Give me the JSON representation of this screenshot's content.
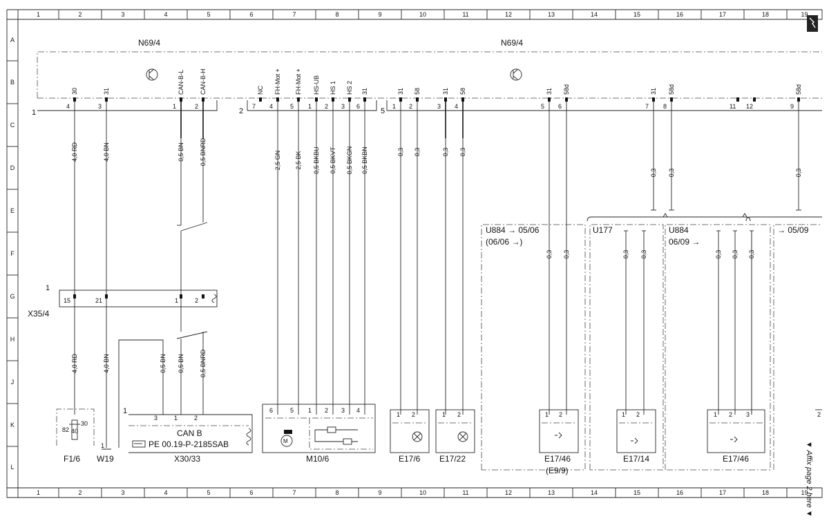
{
  "grid": {
    "cols": [
      "1",
      "2",
      "3",
      "4",
      "5",
      "6",
      "7",
      "8",
      "9",
      "10",
      "11",
      "12",
      "13",
      "14",
      "15",
      "16",
      "17",
      "18",
      "19"
    ],
    "rows": [
      "A",
      "B",
      "C",
      "D",
      "E",
      "F",
      "G",
      "H",
      "J",
      "K",
      "L"
    ]
  },
  "modules": {
    "n69_left": "N69/4",
    "n69_right": "N69/4",
    "conn1": "1",
    "conn2": "2",
    "conn5": "5"
  },
  "top_pins": [
    {
      "sig": "30",
      "num": "4"
    },
    {
      "sig": "31",
      "num": "3"
    },
    {
      "sig": "CAN-B-L",
      "num": "1"
    },
    {
      "sig": "CAN-B-H",
      "num": "2"
    },
    {
      "sig": "NC",
      "num": "7"
    },
    {
      "sig": "FH-Mot +",
      "num": "4"
    },
    {
      "sig": "FH-Mot +",
      "num": "5"
    },
    {
      "sig": "HS-UB",
      "num": "1"
    },
    {
      "sig": "HS 1",
      "num": "2"
    },
    {
      "sig": "HS 2",
      "num": "3"
    },
    {
      "sig": "31",
      "num": "6"
    },
    {
      "sig": "31",
      "num": "1"
    },
    {
      "sig": "58",
      "num": "2"
    },
    {
      "sig": "31",
      "num": "3"
    },
    {
      "sig": "58",
      "num": "4"
    },
    {
      "sig": "31",
      "num": "5"
    },
    {
      "sig": "58d",
      "num": "6"
    },
    {
      "sig": "31",
      "num": "7"
    },
    {
      "sig": "58d",
      "num": "8"
    },
    {
      "sig": "",
      "num": "11"
    },
    {
      "sig": "",
      "num": "12"
    },
    {
      "sig": "58d",
      "num": "9"
    }
  ],
  "wires_upper": [
    "4,0 RD",
    "4,0 BN",
    "0,5 BN",
    "0,5 BNRD",
    "2,5 GN",
    "2,5 BK",
    "0,5 BKBU",
    "0,5 BKVT",
    "0,5 BKGN",
    "0,5 BKBN",
    "0,3",
    "0,3",
    "0,3",
    "0,3",
    "0,3",
    "0,3",
    "0,3"
  ],
  "wires_lower": [
    "4,0 RD",
    "4,0 BN",
    "0,5 BN",
    "0,5 BN",
    "0,5 BNRD"
  ],
  "wires_variant": [
    "0,3",
    "0,3",
    "0,3",
    "0,3",
    "0,3",
    "0,3",
    "0,3"
  ],
  "variants": {
    "v1_line1": "U884 → 05/06",
    "v1_line2": "(06/06 →)",
    "v2": "U177",
    "v3_line1": "U884",
    "v3_line2": "06/09 →",
    "v4": "→ 05/09"
  },
  "x35": {
    "label": "X35/4",
    "conn": "1",
    "pins": [
      "15",
      "21",
      "1",
      "2"
    ]
  },
  "components": {
    "f16": "F1/6",
    "f16_pins": [
      "82",
      "30",
      "40"
    ],
    "w19": "W19",
    "w19_pin": "1",
    "x3033": "X30/33",
    "x3033_conn": "1",
    "x3033_pins": [
      "3",
      "1",
      "2"
    ],
    "can_b": "CAN B",
    "pe_ref": "PE 00.19-P-2185SAB",
    "m106": "M10/6",
    "m106_pins": [
      "6",
      "5",
      "1",
      "2",
      "3",
      "4"
    ],
    "e176": "E17/6",
    "e1722": "E17/22",
    "e1746a": "E17/46",
    "e99": "(E9/9)",
    "e1714": "E17/14",
    "e1746b": "E17/46",
    "lamp_pins": [
      "1",
      "2"
    ],
    "e1746b_pins": [
      "1",
      "2",
      "3"
    ],
    "edge_pin": "2"
  },
  "affix": "▼ Affix page 2 here ▼"
}
